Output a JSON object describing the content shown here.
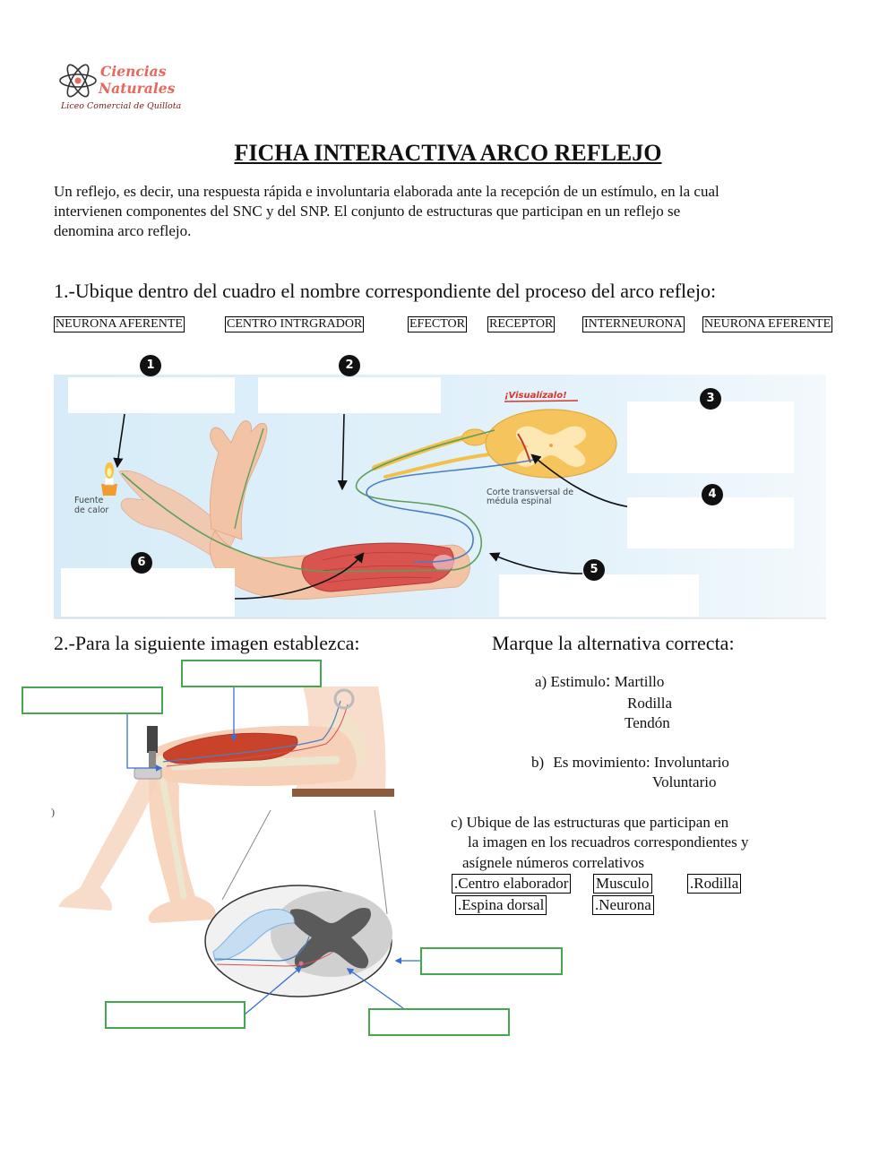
{
  "colors": {
    "logo": "#e8675f",
    "logo_subtitle": "#7b1c1c",
    "marker": "#111111",
    "answer_box_border": "#45a84f",
    "connector": "#3a6fd0",
    "badge": "#d9342b"
  },
  "logo": {
    "icon": "atom-icon",
    "line1": "Ciencias",
    "line2": "Naturales",
    "subtitle": "Liceo Comercial de Quillota"
  },
  "title": "FICHA INTERACTIVA ARCO REFLEJO",
  "intro_lines": [
    "Un reflejo, es decir, una respuesta rápida e involuntaria elaborada ante la recepción de un estímulo, en la cual",
    "intervienen componentes del SNC y del SNP. El conjunto de estructuras que participan en un reflejo se",
    "denomina arco reflejo."
  ],
  "section1": {
    "prompt": "1.-Ubique dentro del cuadro el nombre correspondiente del proceso del arco reflejo:",
    "word_bank": [
      "NEURONA AFERENTE",
      "CENTRO INTRGRADOR",
      "EFECTOR",
      "RECEPTOR",
      "INTERNEURONA",
      "NEURONA EFERENTE"
    ],
    "figure": {
      "badge": "¡Visualízalo!",
      "spinal_label": [
        "Corte transversal de",
        "médula espinal"
      ],
      "heat_label": [
        "Fuente",
        "de calor"
      ],
      "markers": [
        "1",
        "2",
        "3",
        "4",
        "5",
        "6"
      ]
    },
    "answers": [
      "",
      "",
      "",
      "",
      "",
      ""
    ]
  },
  "section2": {
    "prompt": "2.-Para la siguiente imagen establezca:",
    "stray_mark": ")",
    "answers": [
      "",
      "",
      "",
      "",
      ""
    ]
  },
  "section3": {
    "prompt": "Marque la alternativa correcta:",
    "a": {
      "letter": "a)",
      "label": "Estimulo",
      "colon": ":",
      "options": [
        "Martillo",
        "Rodilla",
        "Tendón"
      ]
    },
    "b": {
      "letter": "b)",
      "label": "Es movimiento:",
      "options": [
        "Involuntario",
        "Voluntario"
      ]
    },
    "c": {
      "lines": [
        "c) Ubique de las estructuras que participan en",
        "la imagen en los recuadros correspondientes y",
        "asígnele números correlativos"
      ],
      "chips": [
        ".Centro elaborador",
        "Musculo",
        ".Rodilla",
        ".Espina dorsal",
        ".Neurona"
      ]
    }
  }
}
